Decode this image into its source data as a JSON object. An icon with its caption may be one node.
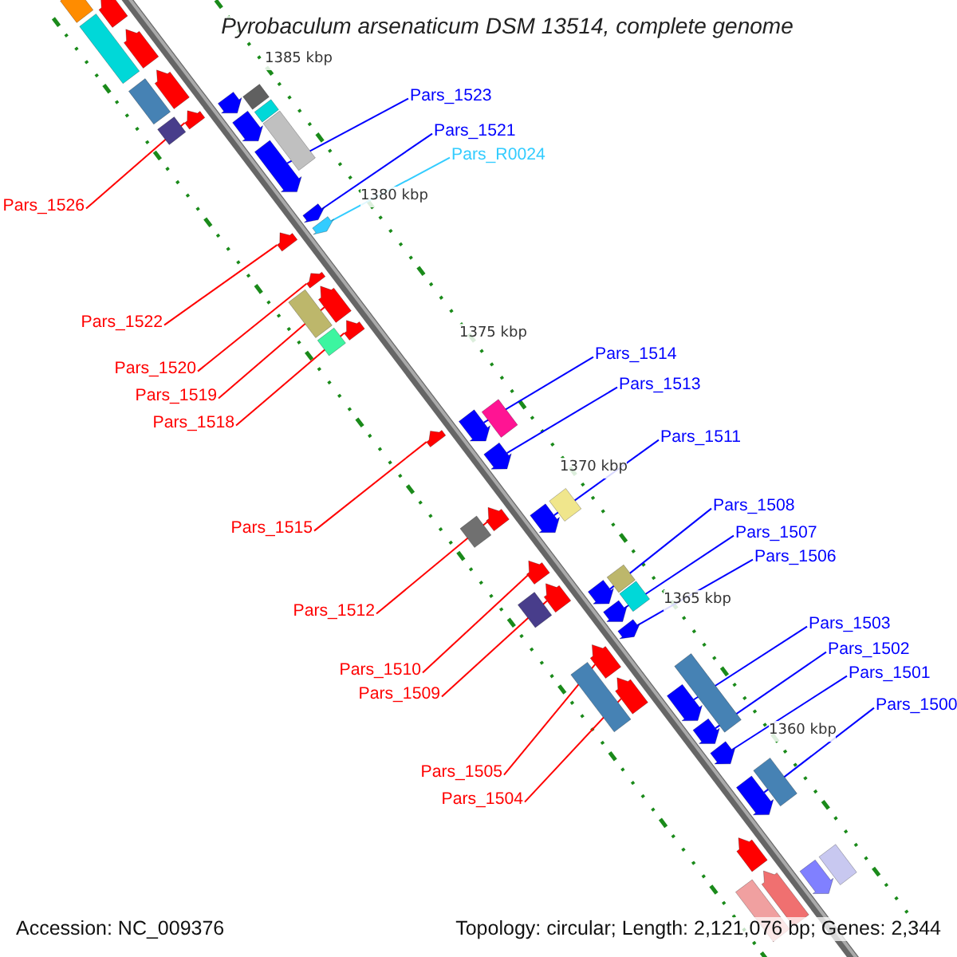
{
  "diagram": {
    "title": "Pyrobaculum arsenaticum DSM 13514, complete genome",
    "nodes": [
      {
        "text": [
          "Pars_1523"
        ]
      },
      {
        "text": [],
        "shape": "pentagon"
      },
      {
        "text": [
          "Pars_1521"
        ]
      },
      {
        "text": [],
        "shape": "pentagon"
      },
      {
        "text": [
          "Pars_R0024"
        ]
      },
      {
        "text": [],
        "shape": "pentagon"
      },
      {
        "text": [
          "Pars_1526"
        ]
      },
      {
        "text": [],
        "shape": "pentagon"
      },
      {
        "text": [
          "Pars_1522"
        ]
      },
      {
        "text": [],
        "shape": "pentagon"
      },
      {
        "text": [
          "Pars_1514"
        ]
      },
      {
        "text": [],
        "shape": "pentagon"
      },
      {
        "text": [
          "Pars_1520"
        ]
      },
      {
        "text": [],
        "shape": "pentagon"
      },
      {
        "text": [
          "Pars_1513"
        ]
      },
      {
        "text": [],
        "shape": "pentagon"
      },
      {
        "text": [
          "Pars_1519"
        ]
      },
      {
        "text": [],
        "shape": "pentagon"
      },
      {
        "text": [
          "Pars_1518"
        ]
      },
      {
        "text": [],
        "shape": "pentagon"
      },
      {
        "text": [
          "Pars_1511"
        ]
      },
      {
        "text": [],
        "shape": "pentagon"
      },
      {
        "text": [
          "Pars_1508"
        ]
      },
      {
        "text": [],
        "shape": "pentagon"
      },
      {
        "text": [
          "Pars_1515"
        ]
      },
      {
        "text": [],
        "shape": "pentagon"
      },
      {
        "text": [
          "Pars_1507"
        ]
      },
      {
        "text": [],
        "shape": "pentagon"
      },
      {
        "text": [
          "Pars_1506"
        ]
      },
      {
        "text": [],
        "shape": "pentagon"
      },
      {
        "text": [
          "Pars_1512"
        ]
      },
      {
        "text": [],
        "shape": "pentagon"
      },
      {
        "text": [
          "Pars_1503"
        ]
      },
      {
        "text": [],
        "shape": "pentagon"
      },
      {
        "text": [
          "Pars_1502"
        ]
      },
      {
        "text": [],
        "shape": "pentagon"
      },
      {
        "text": [
          "Pars_1510"
        ]
      },
      {
        "text": [],
        "shape": "pentagon"
      },
      {
        "text": [
          "Pars_1501"
        ]
      },
      {
        "text": [],
        "shape": "pentagon"
      },
      {
        "text": [
          "Pars_1509"
        ]
      },
      {
        "text": [],
        "shape": "pentagon"
      },
      {
        "text": [
          "Pars_1500"
        ]
      },
      {
        "text": [],
        "shape": "pentagon"
      },
      {
        "text": [
          "Pars_1505"
        ]
      },
      {
        "text": [],
        "shape": "pentagon"
      },
      {
        "text": [
          "Pars_1504"
        ]
      },
      {
        "text": [],
        "shape": "pentagon"
      },
      {
        "text": [],
        "shape": "box"
      },
      {
        "text": [],
        "shape": "pentagon"
      },
      {
        "text": [],
        "shape": "box"
      },
      {
        "text": [],
        "shape": "pentagon"
      },
      {
        "text": [],
        "shape": "box"
      },
      {
        "text": [],
        "shape": "pentagon"
      },
      {
        "text": [],
        "shape": "box"
      },
      {
        "text": [],
        "shape": "pentagon"
      },
      {
        "text": [],
        "shape": "box"
      },
      {
        "text": [],
        "shape": "pentagon"
      },
      {
        "text": [],
        "shape": "box"
      },
      {
        "text": [],
        "shape": "box"
      },
      {
        "text": [],
        "shape": "box"
      },
      {
        "text": [],
        "shape": "box"
      },
      {
        "text": [],
        "shape": "box"
      },
      {
        "text": [],
        "shape": "box"
      },
      {
        "text": [],
        "shape": "box"
      },
      {
        "text": [],
        "shape": "box"
      },
      {
        "text": [],
        "shape": "box"
      },
      {
        "text": [],
        "shape": "box"
      },
      {
        "text": [],
        "shape": "box"
      },
      {
        "text": [],
        "shape": "box"
      },
      {
        "text": [],
        "shape": "box"
      },
      {
        "text": [],
        "shape": "pentagon"
      },
      {
        "text": [],
        "shape": "pentagon"
      },
      {
        "text": [],
        "shape": "box"
      },
      {
        "text": [],
        "shape": "pentagon"
      },
      {
        "text": [],
        "shape": "box"
      }
    ],
    "edges": [
      {
        "from": 0,
        "to": 1,
        "arrow": "none"
      },
      {
        "from": 2,
        "to": 3,
        "arrow": "none"
      },
      {
        "from": 4,
        "to": 5,
        "arrow": "none",
        "color": "#33ccff"
      },
      {
        "from": 6,
        "to": 7,
        "arrow": "none",
        "color": "#ff0000"
      },
      {
        "from": 8,
        "to": 9,
        "arrow": "none",
        "color": "#ff0000"
      },
      {
        "from": 10,
        "to": 11,
        "arrow": "none"
      },
      {
        "from": 12,
        "to": 13,
        "arrow": "none",
        "color": "#ff0000"
      },
      {
        "from": 14,
        "to": 15,
        "arrow": "none"
      },
      {
        "from": 16,
        "to": 17,
        "arrow": "none",
        "color": "#ff0000"
      },
      {
        "from": 18,
        "to": 19,
        "arrow": "none",
        "color": "#ff0000"
      },
      {
        "from": 20,
        "to": 21,
        "arrow": "none"
      },
      {
        "from": 22,
        "to": 23,
        "arrow": "none"
      },
      {
        "from": 24,
        "to": 25,
        "arrow": "none",
        "color": "#ff0000"
      },
      {
        "from": 26,
        "to": 27,
        "arrow": "none"
      },
      {
        "from": 28,
        "to": 29,
        "arrow": "none"
      },
      {
        "from": 30,
        "to": 31,
        "arrow": "none",
        "color": "#ff0000"
      },
      {
        "from": 32,
        "to": 33,
        "arrow": "none"
      },
      {
        "from": 34,
        "to": 35,
        "arrow": "none"
      },
      {
        "from": 36,
        "to": 37,
        "arrow": "none",
        "color": "#ff0000"
      },
      {
        "from": 38,
        "to": 39,
        "arrow": "none"
      },
      {
        "from": 40,
        "to": 41,
        "arrow": "none",
        "color": "#ff0000"
      },
      {
        "from": 42,
        "to": 43,
        "arrow": "none"
      },
      {
        "from": 44,
        "to": 45,
        "arrow": "none",
        "color": "#ff0000"
      },
      {
        "from": 46,
        "to": 47,
        "arrow": "none",
        "color": "#ff0000"
      }
    ],
    "labels": [
      "1385 kbp",
      "1380 kbp",
      "1375 kbp",
      "1370 kbp",
      "1365 kbp",
      "1360 kbp",
      "Accession: NC_009376",
      "Topology: circular; Length: 2,121,076 bp; Genes: 2,344"
    ]
  }
}
